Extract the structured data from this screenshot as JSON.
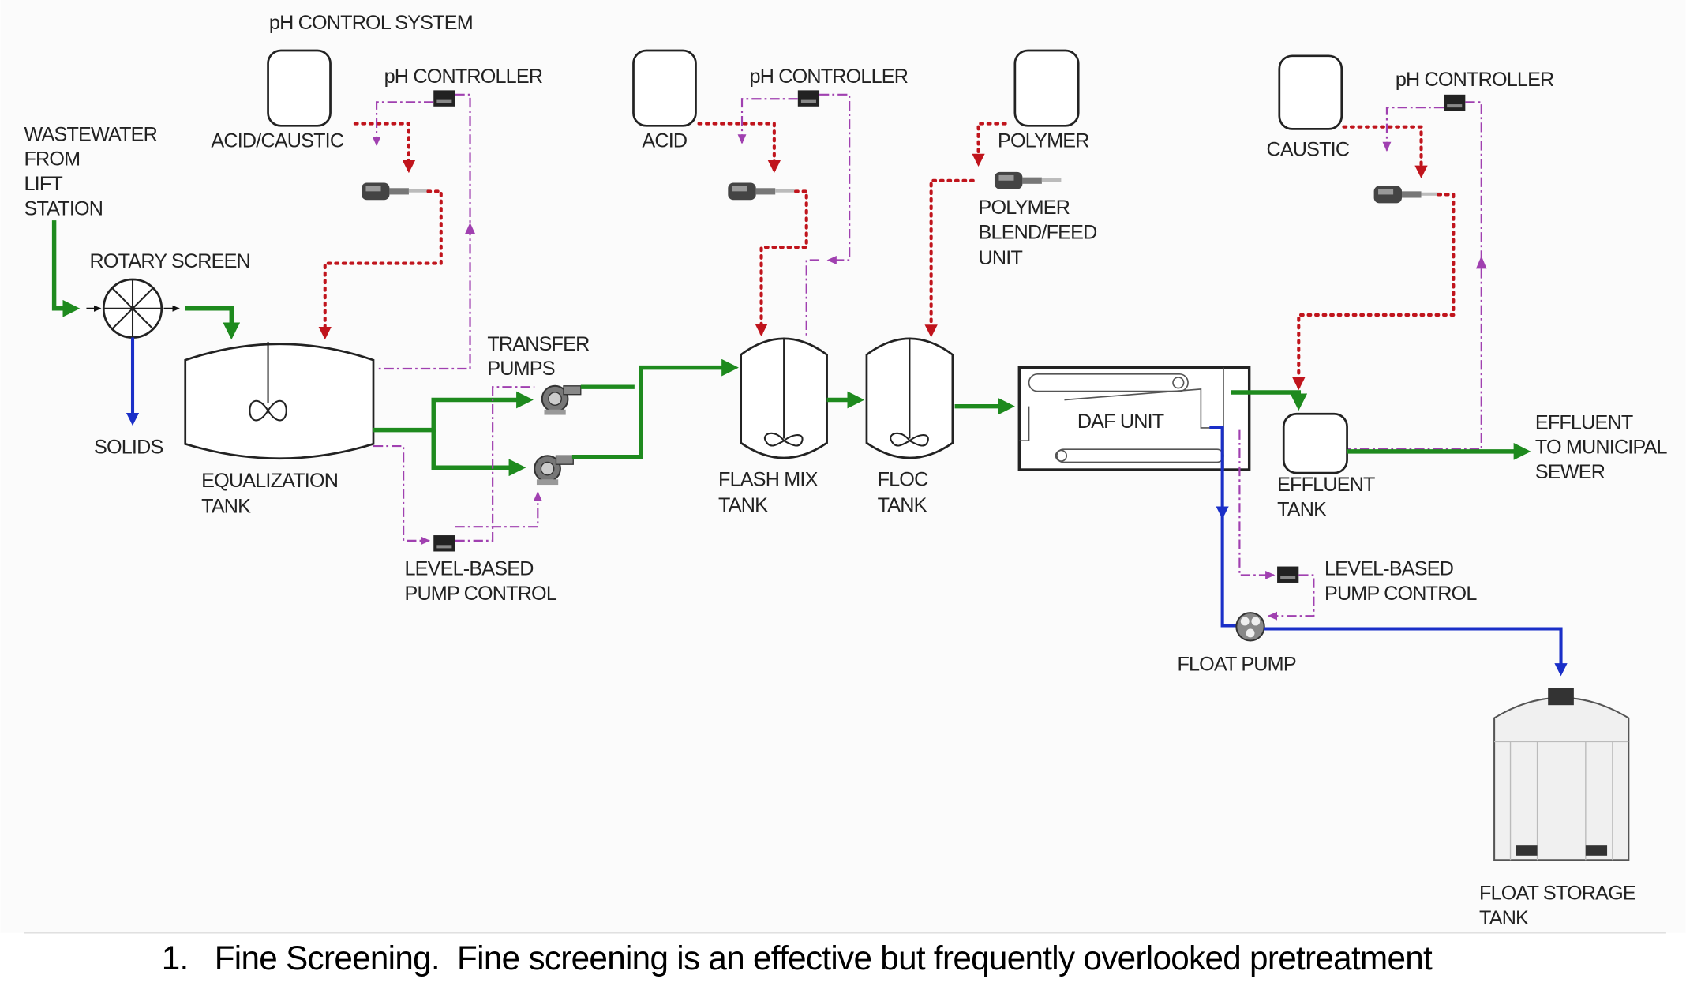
{
  "diagram": {
    "labels": {
      "ph_control_system": "pH CONTROL SYSTEM",
      "ph_controller_1": "pH CONTROLLER",
      "ph_controller_2": "pH CONTROLLER",
      "ph_controller_3": "pH CONTROLLER",
      "acid_caustic": "ACID/CAUSTIC",
      "acid": "ACID",
      "polymer": "POLYMER",
      "caustic": "CAUSTIC",
      "wastewater": [
        "WASTEWATER",
        "FROM",
        "LIFT",
        "STATION"
      ],
      "rotary_screen": "ROTARY SCREEN",
      "solids": "SOLIDS",
      "equalization_tank": [
        "EQUALIZATION",
        "TANK"
      ],
      "transfer_pumps": [
        "TRANSFER",
        "PUMPS"
      ],
      "level_control_1": [
        "LEVEL-BASED",
        "PUMP CONTROL"
      ],
      "flash_mix_tank": [
        "FLASH MIX",
        "TANK"
      ],
      "floc_tank": [
        "FLOC",
        "TANK"
      ],
      "polymer_unit": [
        "POLYMER",
        "BLEND/FEED",
        "UNIT"
      ],
      "daf_unit": "DAF UNIT",
      "effluent_tank": [
        "EFFLUENT",
        "TANK"
      ],
      "effluent_sewer": [
        "EFFLUENT",
        "TO MUNICIPAL",
        "SEWER"
      ],
      "level_control_2": [
        "LEVEL-BASED",
        "PUMP CONTROL"
      ],
      "float_pump": "FLOAT PUMP",
      "float_storage_tank": [
        "FLOAT STORAGE",
        "TANK"
      ]
    },
    "colors": {
      "wastewater_flow": "#1e8a1e",
      "solids_flow": "#1a2fc8",
      "chemical_feed": "#c0141c",
      "control_signal": "#a040b0"
    }
  },
  "document": {
    "paragraph_line_1": "1.   Fine Screening.  Fine screening is an effective but frequently overlooked pretreatment"
  }
}
